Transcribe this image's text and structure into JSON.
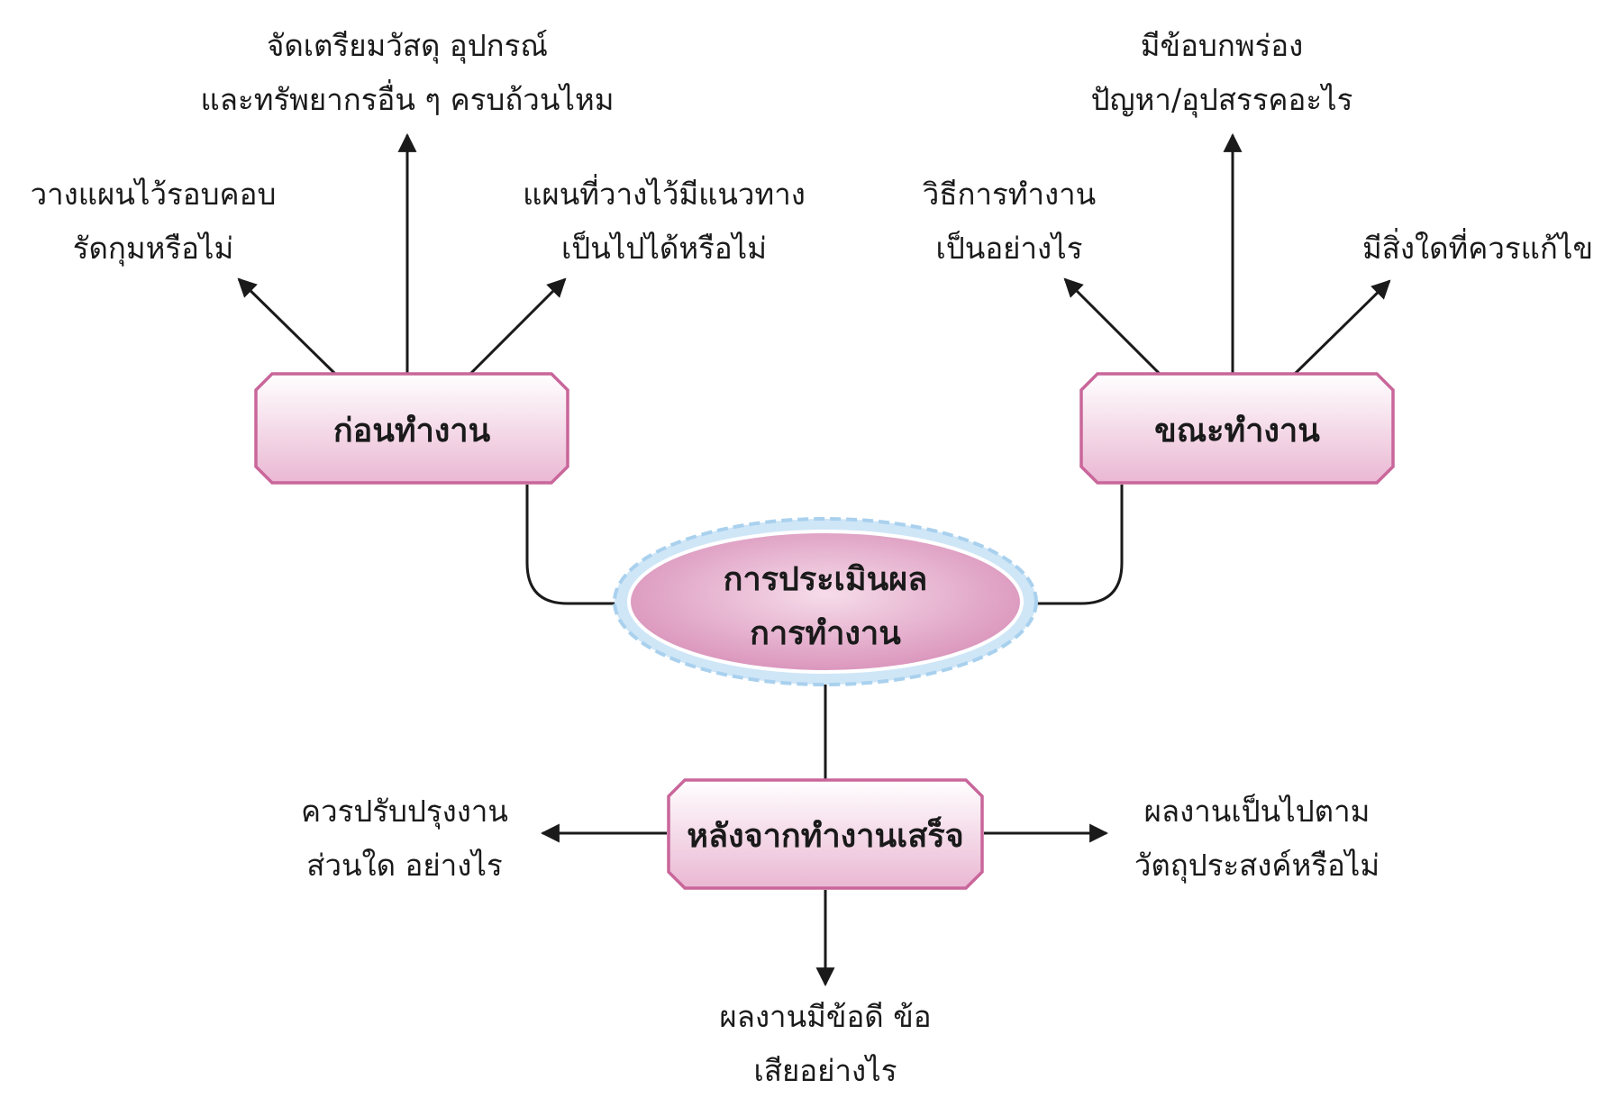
{
  "center": {
    "line1": "การประเมินผล",
    "line2": "การทำงาน"
  },
  "nodes": {
    "before": "ก่อนทำงาน",
    "during": "ขณะทำงาน",
    "after": "หลังจากทำงานเสร็จ"
  },
  "before_items": {
    "top": {
      "line1": "จัดเตรียมวัสดุ อุปกรณ์",
      "line2": "และทรัพยากรอื่น ๆ ครบถ้วนไหม"
    },
    "left": {
      "line1": "วางแผนไว้รอบคอบ",
      "line2": "รัดกุมหรือไม่"
    },
    "right": {
      "line1": "แผนที่วางไว้มีแนวทาง",
      "line2": "เป็นไปได้หรือไม่"
    }
  },
  "during_items": {
    "top": {
      "line1": "มีข้อบกพร่อง",
      "line2": "ปัญหา/อุปสรรคอะไร"
    },
    "left": {
      "line1": "วิธีการทำงาน",
      "line2": "เป็นอย่างไร"
    },
    "right": {
      "line1": "มีสิ่งใดที่ควรแก้ไข"
    }
  },
  "after_items": {
    "left": {
      "line1": "ควรปรับปรุงงาน",
      "line2": "ส่วนใด อย่างไร"
    },
    "right": {
      "line1": "ผลงานเป็นไปตาม",
      "line2": "วัตถุประสงค์หรือไม่"
    },
    "bottom": {
      "line1": "ผลงานมีข้อดี ข้อ",
      "line2": "เสียอย่างไร"
    }
  },
  "colors": {
    "box_border": "#c9669a",
    "box_fill_top": "#ffffff",
    "box_fill_bottom": "#eab7d3",
    "ellipse_fill": "#dfa5c6",
    "ellipse_ring": "#a9d1ee",
    "line": "#1a1a1a"
  }
}
